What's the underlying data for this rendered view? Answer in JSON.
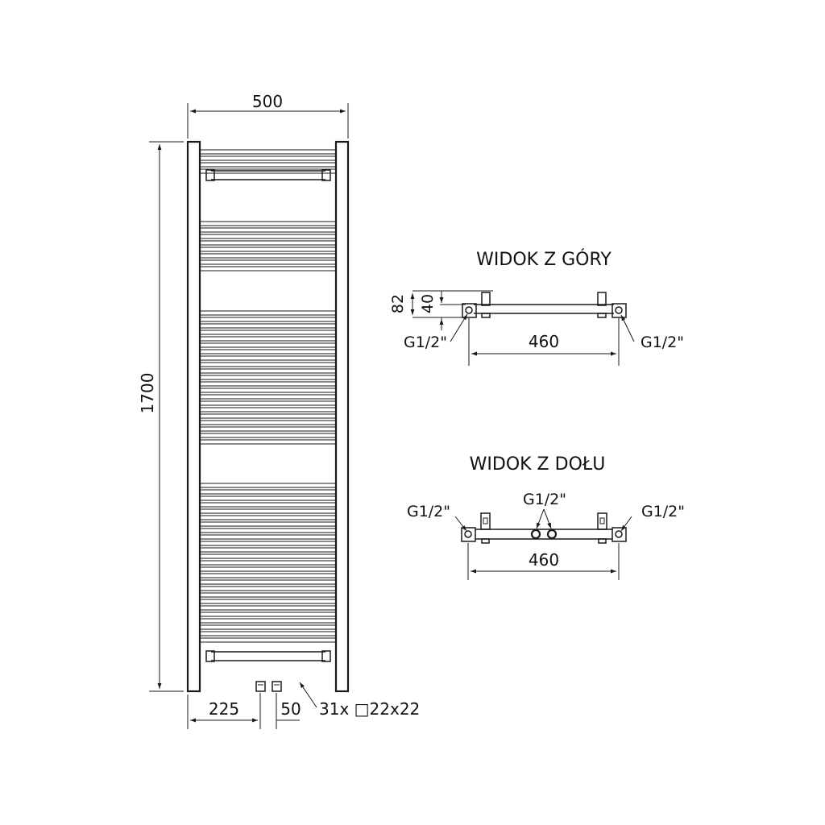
{
  "front_view": {
    "width_label": "500",
    "height_label": "1700",
    "pipe_spacing_label": "225",
    "connector_spacing_label": "50",
    "tubes_label": "31x □22x22"
  },
  "top_view": {
    "title": "WIDOK Z GÓRY",
    "depth_outer_label": "82",
    "depth_inner_label": "40",
    "left_connection_label": "G1/2\"",
    "right_connection_label": "G1/2\"",
    "axis_spacing_label": "460"
  },
  "bottom_view": {
    "title": "WIDOK Z DOŁU",
    "left_connection_label": "G1/2\"",
    "middle_connection_label": "G1/2\"",
    "right_connection_label": "G1/2\"",
    "axis_spacing_label": "460"
  },
  "style": {
    "line_color": "#1a1a1a",
    "background": "#ffffff"
  }
}
